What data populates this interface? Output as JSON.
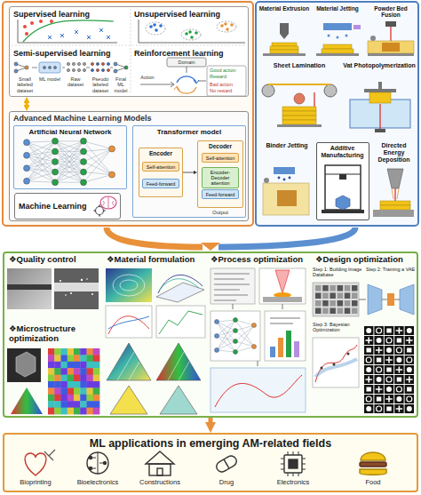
{
  "diagram": {
    "nodes": [
      {
        "text": [
          "Supervised learning",
          "Unsupervised learning",
          "Semi-supervised learning",
          "Reinforcement learning"
        ]
      },
      {
        "text": [
          "Advanced Machine Learning Models"
        ]
      },
      {
        "text": [
          "Artificial Neural Network"
        ],
        "in": 1
      },
      {
        "text": [
          "Transformer model"
        ],
        "in": 1
      },
      {
        "text": [
          "Encoder",
          "Self-attention",
          "Feed-forward"
        ],
        "in": 3
      },
      {
        "text": [
          "Decoder",
          "Self-attention",
          "Encoder-Decoder attention",
          "Feed-forward"
        ],
        "in": 3
      },
      {
        "text": [
          "Machine Learning"
        ]
      },
      {
        "text": [
          "Additive Manufacturing"
        ]
      },
      {
        "text": [
          "❖Quality control",
          "❖Material formulation",
          "❖Process optimization",
          "❖Design optimization",
          "❖Microstructure optimization"
        ]
      },
      {
        "text": [
          "ML applications in emerging AM-related fields"
        ]
      }
    ],
    "edges": [
      {
        "from": 0,
        "to": 1,
        "arrow": "both"
      },
      {
        "from": 4,
        "to": 5,
        "arrow": "to"
      },
      {
        "from": 8,
        "to": 9,
        "arrow": "to"
      }
    ],
    "labels": [
      "Small labeled dataset",
      "ML model",
      "Raw dataset",
      "Pseudo labeled dataset",
      "Final ML model",
      "Domain",
      "Action",
      "Good action",
      "Reward",
      "Bad action",
      "No reward",
      "Output",
      "Material Extrusion",
      "Material Jetting",
      "Powder Bed Fusion",
      "Sheet Lamination",
      "Vat Photopolymerization",
      "Binder Jetting",
      "Directed Energy Deposition",
      "Step 1: Building Image Database",
      "Step 2: Training a VAE",
      "Step 3: Bayesian Optimization",
      "Bioprinting",
      "Bioelectronics",
      "Constructions",
      "Drug",
      "Electronics",
      "Food"
    ]
  }
}
